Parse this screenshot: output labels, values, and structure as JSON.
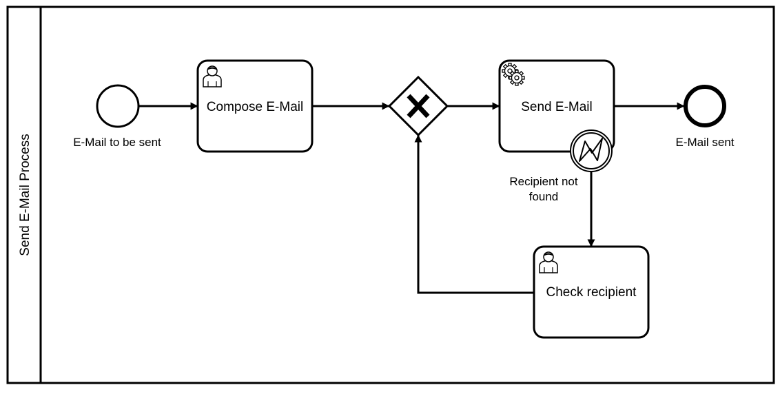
{
  "pool": {
    "label": "Send E-Mail Process"
  },
  "events": {
    "start": {
      "label": "E-Mail to be sent"
    },
    "end": {
      "label": "E-Mail sent"
    },
    "boundary_error": {
      "label_line1": "Recipient not",
      "label_line2": "found"
    }
  },
  "tasks": {
    "compose": {
      "label": "Compose E-Mail",
      "type": "user-task"
    },
    "send": {
      "label": "Send E-Mail",
      "type": "service-task"
    },
    "check": {
      "label": "Check recipient",
      "type": "user-task"
    }
  },
  "gateway": {
    "type": "exclusive",
    "marker": "X"
  },
  "colors": {
    "stroke": "#000000",
    "fill": "#ffffff"
  }
}
